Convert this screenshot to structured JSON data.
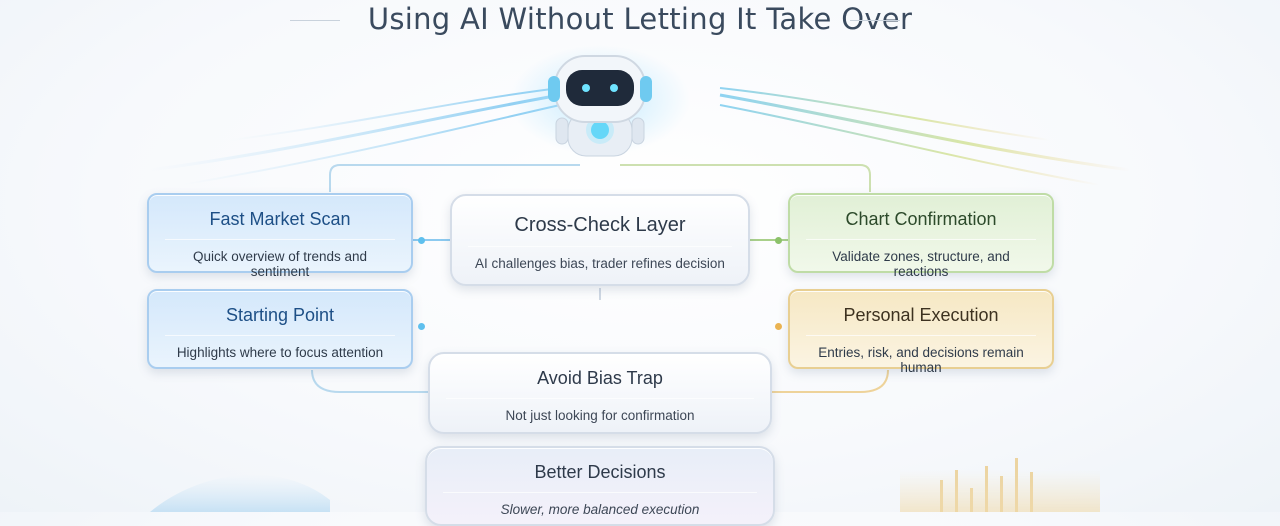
{
  "title": "Using AI Without Letting It Take Over",
  "left": [
    {
      "title": "Fast Market Scan",
      "desc": "Quick overview of trends and sentiment"
    },
    {
      "title": "Starting Point",
      "desc": "Highlights where to focus attention"
    }
  ],
  "right": [
    {
      "title": "Chart Confirmation",
      "desc": "Validate zones, structure, and reactions"
    },
    {
      "title": "Personal Execution",
      "desc": "Entries, risk, and decisions remain human"
    }
  ],
  "center": [
    {
      "title": "Cross-Check Layer",
      "desc": "AI challenges bias, trader refines decision"
    },
    {
      "title": "Avoid Bias Trap",
      "desc": "Not just looking for confirmation"
    },
    {
      "title": "Better Decisions",
      "desc": "Slower, more balanced execution"
    }
  ],
  "icons": [
    "robot-icon",
    "candlestick-chart-icon"
  ],
  "colors": {
    "blue": "#a9cdef",
    "green": "#bfdca6",
    "gold": "#e8cf92",
    "title": "#3a4a5e"
  }
}
